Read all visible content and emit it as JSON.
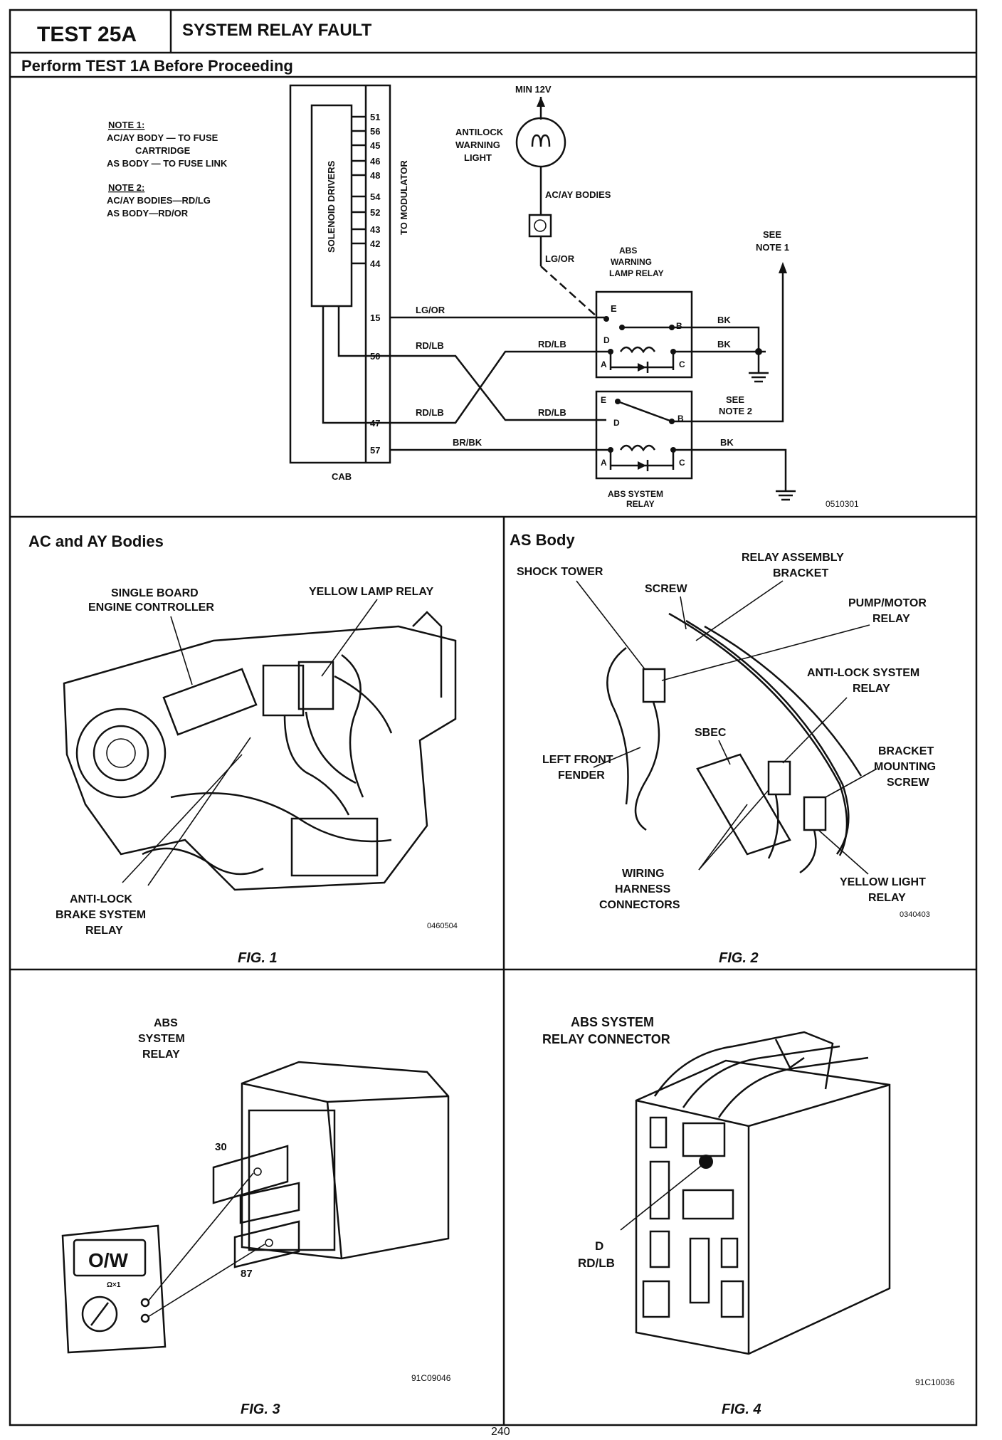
{
  "header": {
    "test_id": "TEST 25A",
    "title": "SYSTEM RELAY FAULT",
    "prereq": "Perform TEST 1A Before Proceeding"
  },
  "schematic": {
    "notes": {
      "note1_title": "NOTE 1:",
      "note1_line1": "AC/AY BODY — TO FUSE",
      "note1_line2": "CARTRIDGE",
      "note1_line3": "AS BODY — TO FUSE LINK",
      "note2_title": "NOTE 2:",
      "note2_line1": "AC/AY BODIES—RD/LG",
      "note2_line2": "AS BODY—RD/OR"
    },
    "cab_pins": [
      "51",
      "56",
      "45",
      "46",
      "48",
      "54",
      "52",
      "43",
      "42",
      "44",
      "15",
      "50",
      "47",
      "57"
    ],
    "cab_label": "CAB",
    "solenoid_drivers": "SOLENOID DRIVERS",
    "to_modulator": "TO MODULATOR",
    "min12v": "MIN 12V",
    "warning_light": [
      "ANTILOCK",
      "WARNING",
      "LIGHT"
    ],
    "acay_bodies": "AC/AY BODIES",
    "lg_or_top": "LG/OR",
    "lamp_relay_label": [
      "ABS",
      "WARNING",
      "LAMP RELAY"
    ],
    "see_note1": [
      "SEE",
      "NOTE 1"
    ],
    "see_note2": [
      "SEE",
      "NOTE 2"
    ],
    "wire_lg_or": "LG/OR",
    "wire_rd_lb_1": "RD/LB",
    "wire_rd_lb_2": "RD/LB",
    "wire_rd_lb_3": "RD/LB",
    "wire_rd_lb_4": "RD/LB",
    "wire_br_bk": "BR/BK",
    "wire_bk_1": "BK",
    "wire_bk_2": "BK",
    "wire_bk_3": "BK",
    "term_e": "E",
    "term_d": "D",
    "term_b": "B",
    "term_a": "A",
    "term_c": "C",
    "sys_relay_label": [
      "ABS SYSTEM",
      "RELAY"
    ],
    "fig_code": "0510301"
  },
  "fig1": {
    "section_title": "AC and AY Bodies",
    "single_board": [
      "SINGLE BOARD",
      "ENGINE CONTROLLER"
    ],
    "yellow_lamp": "YELLOW LAMP RELAY",
    "antilock": [
      "ANTI-LOCK",
      "BRAKE SYSTEM",
      "RELAY"
    ],
    "code": "0460504",
    "caption": "FIG. 1"
  },
  "fig2": {
    "section_title": "AS Body",
    "shock_tower": "SHOCK TOWER",
    "screw": "SCREW",
    "relay_bracket": [
      "RELAY ASSEMBLY",
      "BRACKET"
    ],
    "pump_motor": [
      "PUMP/MOTOR",
      "RELAY"
    ],
    "antilock_sys": [
      "ANTI-LOCK SYSTEM",
      "RELAY"
    ],
    "sbec": "SBEC",
    "left_fender": [
      "LEFT FRONT",
      "FENDER"
    ],
    "bracket_screw": [
      "BRACKET",
      "MOUNTING",
      "SCREW"
    ],
    "wiring": [
      "WIRING",
      "HARNESS",
      "CONNECTORS"
    ],
    "yellow_light": [
      "YELLOW LIGHT",
      "RELAY"
    ],
    "code": "0340403",
    "caption": "FIG. 2"
  },
  "fig3": {
    "relay_label": [
      "ABS",
      "SYSTEM",
      "RELAY"
    ],
    "pin30": "30",
    "pin87": "87",
    "meter_display": "O/W",
    "meter_range": "Ω×1",
    "code": "91C09046",
    "caption": "FIG. 3"
  },
  "fig4": {
    "connector_label": [
      "ABS SYSTEM",
      "RELAY CONNECTOR"
    ],
    "cavity": "D",
    "wire": "RD/LB",
    "code": "91C10036",
    "caption": "FIG. 4"
  },
  "page_number": "240"
}
